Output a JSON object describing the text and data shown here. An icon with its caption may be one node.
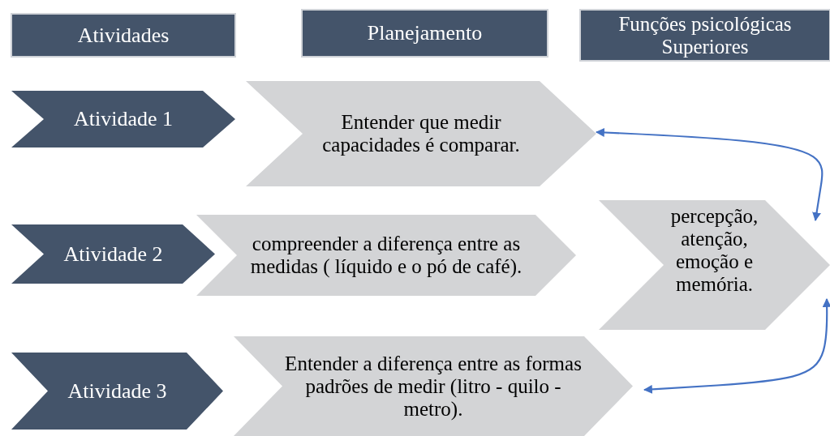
{
  "diagram": {
    "nodes": [
      {
        "text": [
          "Atividades"
        ]
      },
      {
        "text": [
          "Planejamento"
        ]
      },
      {
        "text": [
          "Funções psicológicas Superiores"
        ]
      },
      {
        "text": [
          "Atividade 1"
        ]
      },
      {
        "text": [
          "Entender que medir capacidades é comparar."
        ]
      },
      {
        "text": [
          "Atividade 2"
        ]
      },
      {
        "text": [
          "compreender a diferença entre as medidas ( líquido e o pó de café)."
        ]
      },
      {
        "text": [
          "percepção, atenção, emoção e memória."
        ]
      },
      {
        "text": [
          "Atividade 3"
        ]
      },
      {
        "text": [
          "Entender a diferença entre as formas padrões de medir (litro - quilo - metro)."
        ]
      }
    ],
    "edges": [
      {
        "from": 7,
        "to": 4,
        "arrow": "both"
      },
      {
        "from": 7,
        "to": 9,
        "arrow": "both"
      }
    ]
  }
}
